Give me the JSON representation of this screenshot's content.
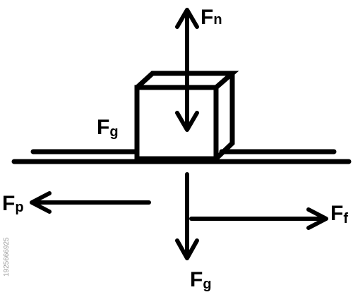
{
  "colors": {
    "ink": "#000000",
    "background": "#ffffff",
    "watermark": "#9a9a9a"
  },
  "labels": {
    "normal_force": {
      "main": "F",
      "sub": "n"
    },
    "gravity_on_block": {
      "main": "F",
      "sub": "g"
    },
    "gravity_below": {
      "main": "F",
      "sub": "g"
    },
    "pushing_force": {
      "main": "F",
      "sub": "p"
    },
    "friction_force": {
      "main": "F",
      "sub": "f"
    }
  },
  "watermark": {
    "id_text": "1925666925"
  }
}
